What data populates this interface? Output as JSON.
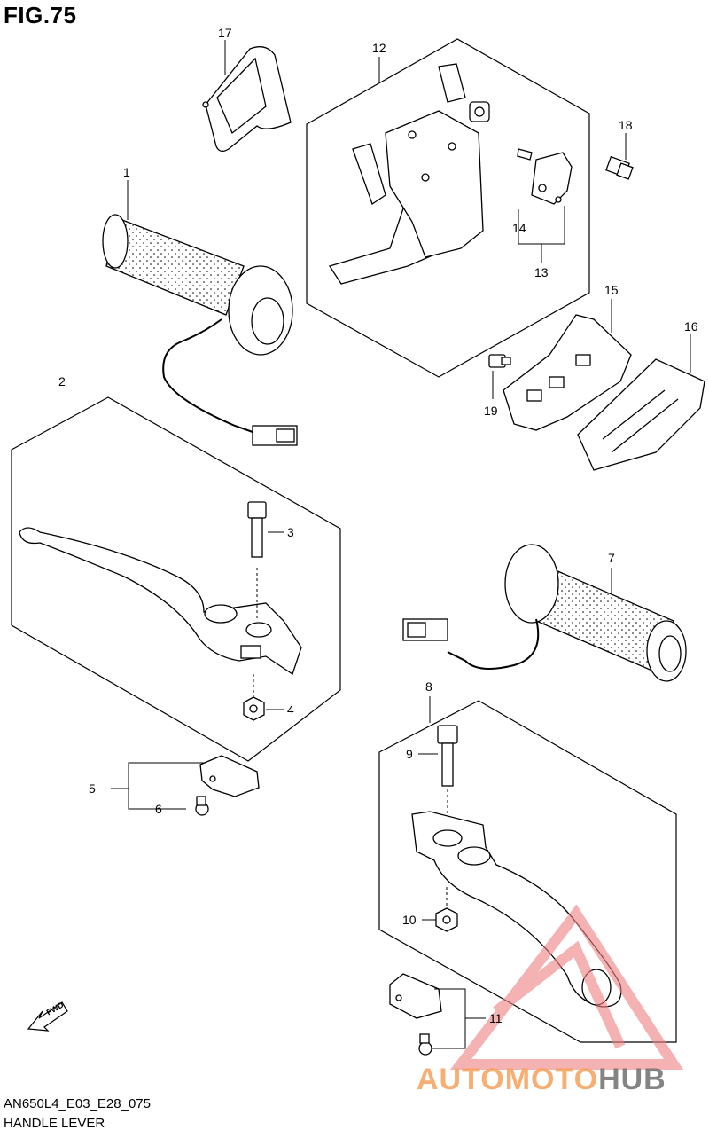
{
  "figure": {
    "title": "FIG.75",
    "model_code": "AN650L4_E03_E28_075",
    "name": "HANDLE LEVER"
  },
  "callouts": [
    "1",
    "2",
    "3",
    "4",
    "5",
    "6",
    "7",
    "8",
    "9",
    "10",
    "11",
    "12",
    "13",
    "14",
    "15",
    "16",
    "17",
    "18",
    "19"
  ],
  "direction_tag": "FWD",
  "watermark": {
    "part1": "AUTOMOTO",
    "part2": "HUB",
    "color_primary": "#f6a05a",
    "color_secondary": "#6e6e6e",
    "triangle_color": "#f08080"
  },
  "colors": {
    "line": "#000000",
    "background": "#ffffff"
  }
}
